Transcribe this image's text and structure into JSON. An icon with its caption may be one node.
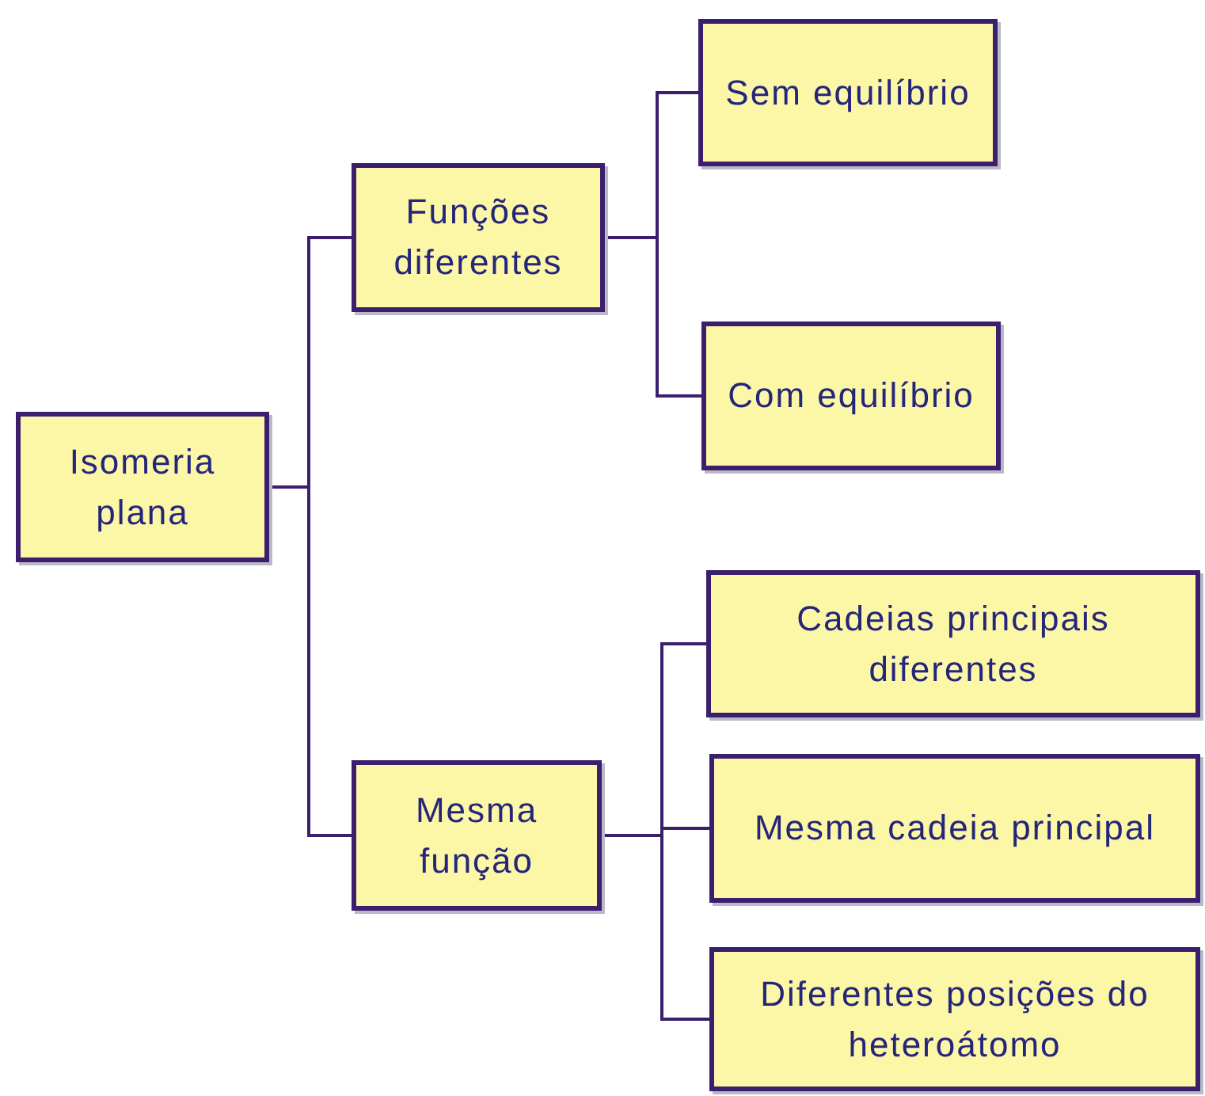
{
  "diagram": {
    "nodes": [
      {
        "text": [
          "Isomeria plana"
        ]
      },
      {
        "text": [
          "Funções diferentes"
        ]
      },
      {
        "text": [
          "Mesma função"
        ]
      },
      {
        "text": [
          "Sem equilíbrio"
        ]
      },
      {
        "text": [
          "Com equilíbrio"
        ]
      },
      {
        "text": [
          "Cadeias principais diferentes"
        ]
      },
      {
        "text": [
          "Mesma cadeia principal"
        ]
      },
      {
        "text": [
          "Diferentes posições do heteroátomo"
        ]
      }
    ],
    "edges": [
      {
        "from": 0,
        "to": 1,
        "arrow": "none"
      },
      {
        "from": 0,
        "to": 2,
        "arrow": "none"
      },
      {
        "from": 1,
        "to": 3,
        "arrow": "none"
      },
      {
        "from": 1,
        "to": 4,
        "arrow": "none"
      },
      {
        "from": 2,
        "to": 5,
        "arrow": "none"
      },
      {
        "from": 2,
        "to": 6,
        "arrow": "none"
      },
      {
        "from": 2,
        "to": 7,
        "arrow": "none"
      }
    ]
  }
}
